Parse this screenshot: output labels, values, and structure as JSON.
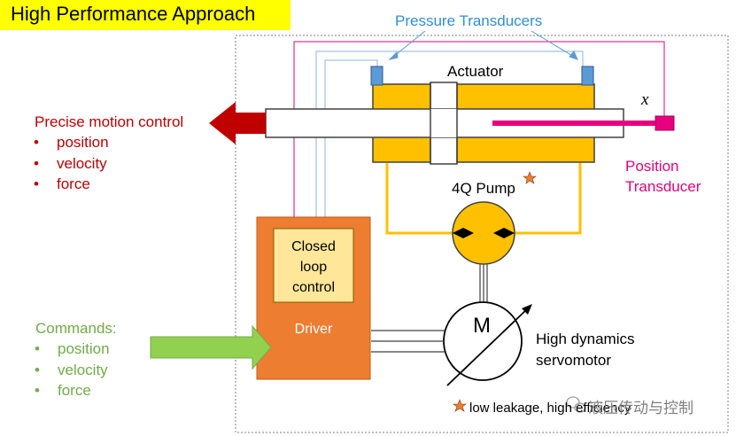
{
  "title": "High Performance Approach",
  "labels": {
    "pressure_transducers": "Pressure Transducers",
    "actuator": "Actuator",
    "x_symbol": "x",
    "position_transducer_line1": "Position",
    "position_transducer_line2": "Transducer",
    "pump": "4Q Pump",
    "closed_loop_line1": "Closed",
    "closed_loop_line2": "loop",
    "closed_loop_line3": "control",
    "driver": "Driver",
    "motor_symbol": "M",
    "servomotor_line1": "High dynamics",
    "servomotor_line2": "servomotor",
    "footnote": "low leakage, high efficiency",
    "watermark": "液压传动与控制"
  },
  "precise_motion": {
    "heading": "Precise motion control",
    "items": [
      "position",
      "velocity",
      "force"
    ]
  },
  "commands": {
    "heading": "Commands:",
    "items": [
      "position",
      "velocity",
      "force"
    ]
  },
  "colors": {
    "title_bg": "#ffff00",
    "actuator_fill": "#ffc000",
    "driver_fill": "#ed7d31",
    "control_fill": "#ffe699",
    "command_arrow": "#92d050",
    "output_arrow": "#c00000",
    "pressure_line": "#5b9bd5",
    "position_line": "#e6007e"
  }
}
